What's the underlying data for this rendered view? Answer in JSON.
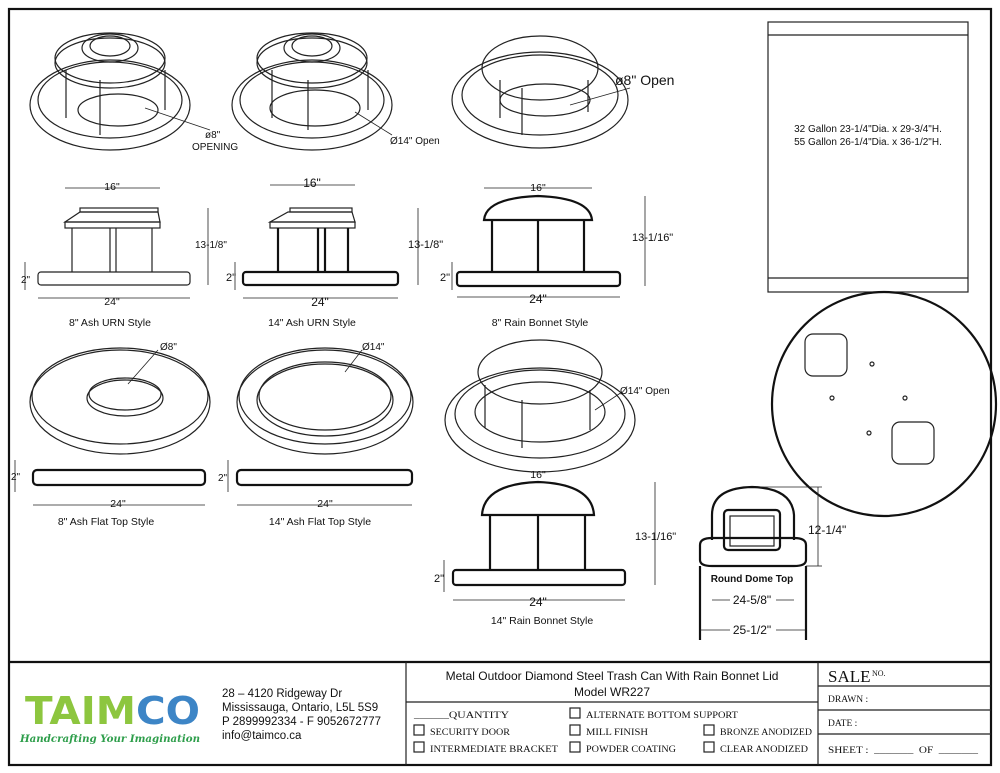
{
  "views": {
    "ash_urn_8": {
      "caption": "8\" Ash URN Style",
      "top": "16\"",
      "height": "13-1/8\"",
      "base_h": "2\"",
      "base_w": "24\"",
      "callout1": "ø8\"",
      "callout2": "OPENING"
    },
    "ash_urn_14": {
      "caption": "14\" Ash URN Style",
      "top": "16\"",
      "height": "13-1/8\"",
      "base_h": "2\"",
      "base_w": "24\"",
      "callout": "Ø14\" Open"
    },
    "rain_bonnet_8": {
      "caption": "8\" Rain Bonnet Style",
      "top": "16\"",
      "height": "13-1/16\"",
      "base_h": "2\"",
      "base_w": "24\"",
      "callout": "ø8\" Open"
    },
    "ash_flat_8": {
      "caption": "8\" Ash Flat Top Style",
      "base_h": "2\"",
      "base_w": "24\"",
      "callout": "Ø8\""
    },
    "ash_flat_14": {
      "caption": "14\" Ash Flat Top Style",
      "base_h": "2\"",
      "base_w": "24\"",
      "callout": "Ø14\""
    },
    "rain_bonnet_14": {
      "caption": "14\" Rain Bonnet Style",
      "top": "16\"",
      "height": "13-1/16\"",
      "base_h": "2\"",
      "base_w": "24\"",
      "callout": "Ø14\" Open"
    },
    "round_dome": {
      "caption": "Round Dome Top",
      "height": "12-1/4\"",
      "inner_w": "24-5/8\"",
      "outer_w": "25-1/2\""
    }
  },
  "sizes": {
    "line1": "32 Gallon 23-1/4\"Dia. x 29-3/4\"H.",
    "line2": "55 Gallon 26-1/4\"Dia. x 36-1/2\"H."
  },
  "title_block": {
    "logo": "TAIMCO",
    "tagline": "Handcrafting Your Imagination",
    "address1": "28 – 4120 Ridgeway Dr",
    "address2": "Mississauga, Ontario, L5L 5S9",
    "phone": "P 2899992334 - F 9052672777",
    "email": "info@taimco.ca",
    "title": "Metal Outdoor Diamond Steel Trash Can With Rain Bonnet Lid",
    "model": "Model WR227",
    "quantity": "______QUANTITY",
    "options": [
      "SECURITY DOOR",
      "INTERMEDIATE BRACKET",
      "ALTERNATE BOTTOM SUPPORT",
      "MILL FINISH",
      "POWDER COATING",
      "BRONZE ANODIZED",
      "CLEAR ANODIZED"
    ],
    "sale": "SALE",
    "sale_no": "NO.",
    "drawn": "DRAWN :",
    "date": "DATE :",
    "sheet": "SHEET :  _______  OF  _______"
  },
  "colors": {
    "logo_green": "#8dc63f",
    "logo_blue": "#3d85c6",
    "tagline": "#2e9e4b"
  }
}
